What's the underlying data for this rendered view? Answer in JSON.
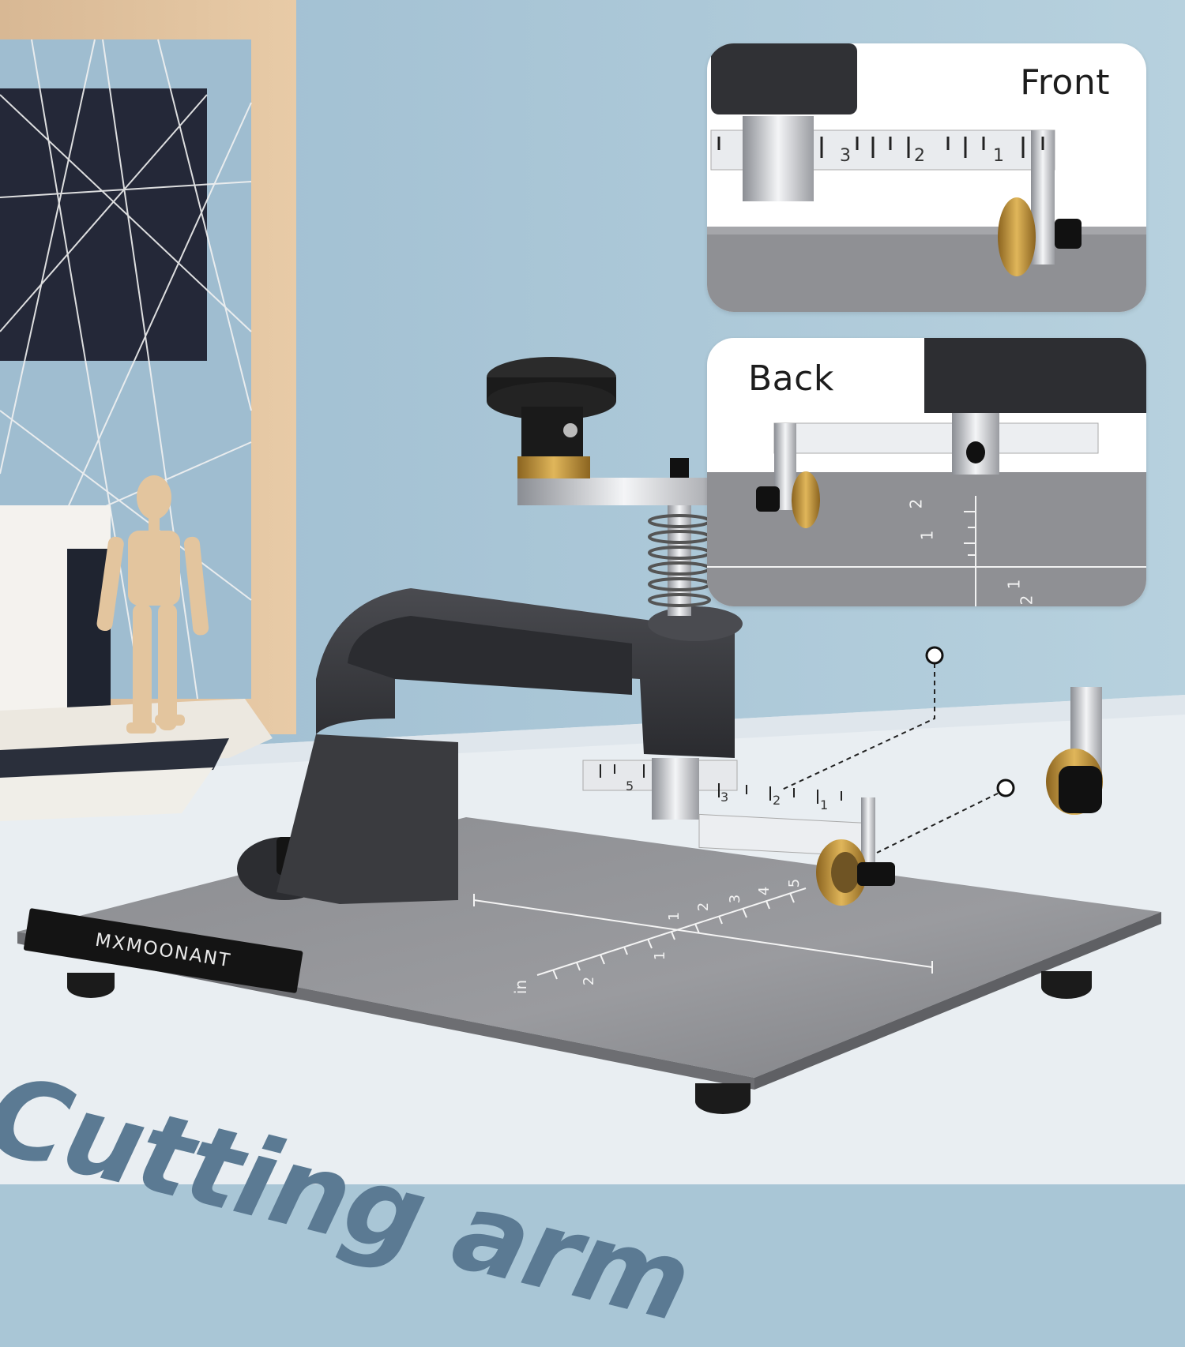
{
  "brand": {
    "name": "MXMOONANT"
  },
  "caption": {
    "text": "Cutting arm"
  },
  "insets": {
    "front": {
      "label": "Front",
      "ruler_marks": [
        "3",
        "2",
        "1"
      ]
    },
    "back": {
      "label": "Back",
      "base_marks": [
        "2",
        "1",
        "1",
        "2"
      ]
    }
  },
  "arm_ruler": {
    "marks": [
      "5",
      "3",
      "2",
      "1"
    ]
  },
  "base_ruler": {
    "unit": "in",
    "marks_top": [
      "1",
      "2",
      "3",
      "4",
      "5"
    ],
    "marks_side": [
      "1",
      "2"
    ]
  },
  "colors": {
    "wall": "#a9c6d6",
    "table": "#e9eef2",
    "base_plate": "#8e8f93",
    "frame_arm": "#3a3b3f",
    "caption": "#5b7a93",
    "brass": "#b58a3c"
  }
}
